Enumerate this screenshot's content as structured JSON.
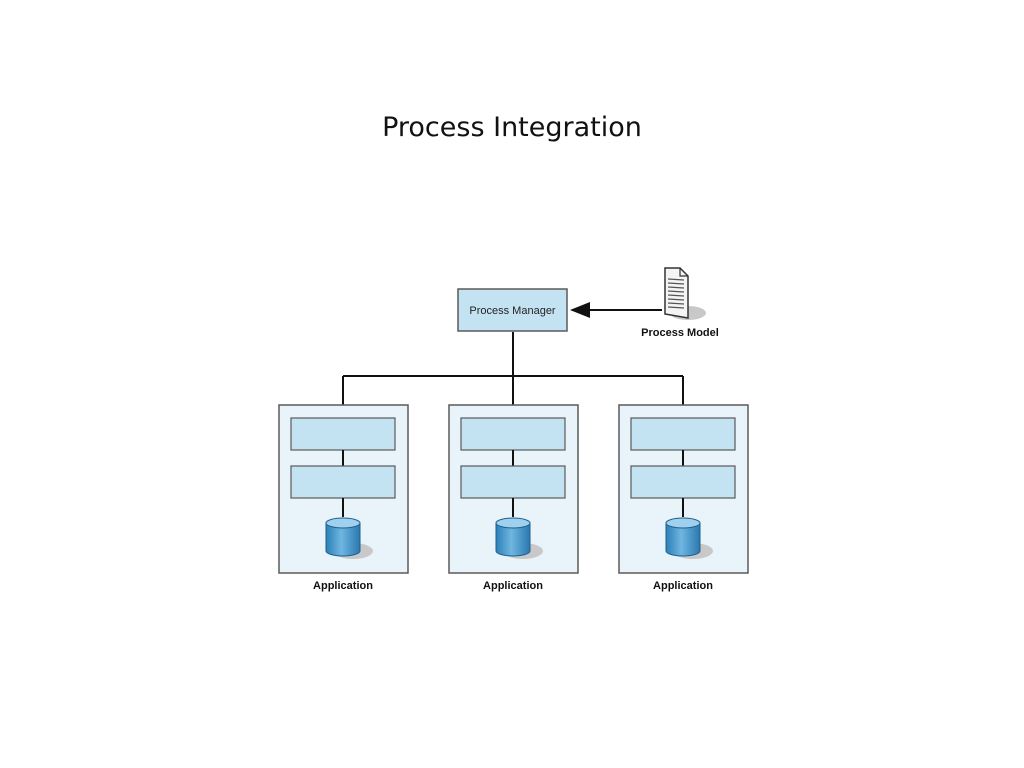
{
  "slide": {
    "title": "Process Integration"
  },
  "diagram": {
    "process_manager": {
      "label": "Process Manager"
    },
    "process_model": {
      "label": "Process Model"
    },
    "applications": [
      {
        "label": "Application"
      },
      {
        "label": "Application"
      },
      {
        "label": "Application"
      }
    ],
    "colors": {
      "component_fill": "#c4e3f2",
      "application_fill": "#e8f3fa",
      "outline": "#5a5a5a",
      "connector": "#111111",
      "database_fill": "#3f94c9",
      "shadow": "#c8c8c8"
    }
  }
}
